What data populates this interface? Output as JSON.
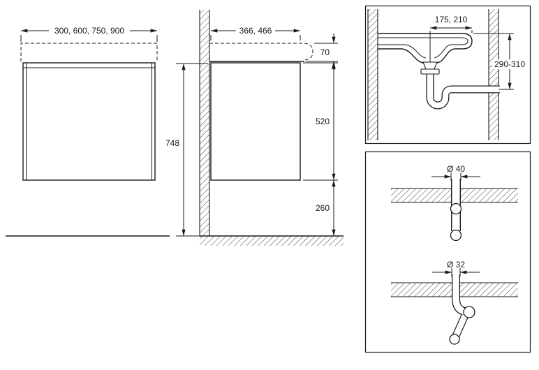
{
  "front_view": {
    "width_dim": "300, 600, 750, 900"
  },
  "side_view": {
    "depth_dim": "366, 466",
    "basin_thickness_dim": "70",
    "cabinet_height_dim": "520",
    "floor_clearance_dim": "260",
    "total_height_dim": "748"
  },
  "trap_detail": {
    "drain_offset_dim": "175, 210",
    "outlet_height_dim": "290-310"
  },
  "outlet_detail": {
    "straight_pipe_dim": "Ø 40",
    "angled_pipe_dim": "Ø 32"
  },
  "colors": {
    "line": "#1a1a1a",
    "background": "#ffffff"
  }
}
